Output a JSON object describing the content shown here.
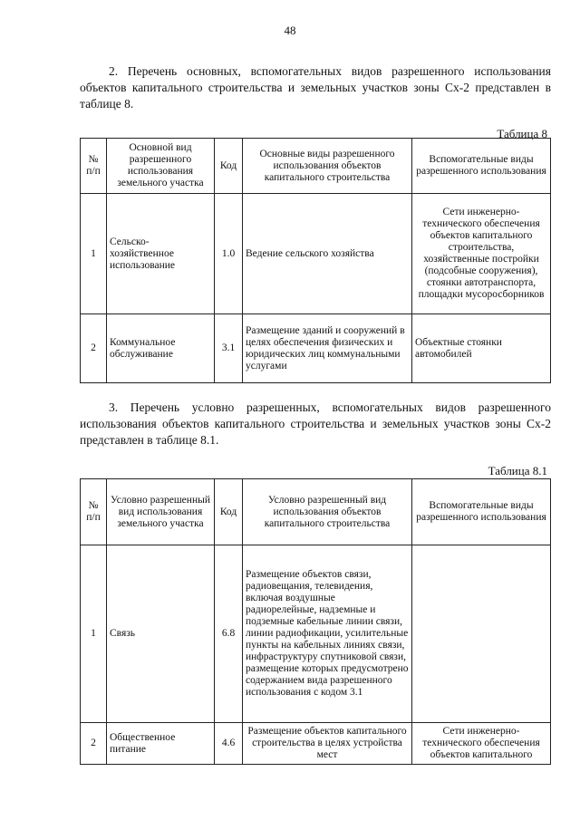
{
  "page_number": "48",
  "para2": "2. Перечень основных, вспомогательных видов разрешенного использования объектов капитального строительства и земельных участков зоны Сх-2 представлен в таблице 8.",
  "table8": {
    "caption": "Таблица 8",
    "headers": [
      "№ п/п",
      "Основной вид разрешенного использования земельного участка",
      "Код",
      "Основные виды разрешенного использования объектов капитального строительства",
      "Вспомогательные виды разрешенного использования"
    ],
    "rows": [
      [
        "1",
        "Сельско-хозяйственное использование",
        "1.0",
        "Ведение сельского хозяйства",
        "Сети инженерно-технического обеспечения объектов капитального строительства, хозяйственные постройки (подсобные сооружения), стоянки автотранспорта, площадки мусоросборников"
      ],
      [
        "2",
        "Коммунальное обслуживание",
        "3.1",
        "Размещение зданий и сооружений в целях обеспечения физических и юридических лиц коммунальными услугами",
        "Объектные стоянки автомобилей"
      ]
    ]
  },
  "para3": "3. Перечень условно разрешенных, вспомогательных видов разрешенного использования объектов капитального строительства и земельных участков зоны Сх-2 представлен в таблице 8.1.",
  "table81": {
    "caption": "Таблица 8.1",
    "headers": [
      "№ п/п",
      "Условно разрешенный вид использования земельного участка",
      "Код",
      "Условно разрешенный вид использования объектов капитального строительства",
      "Вспомогательные виды разрешенного использования"
    ],
    "rows": [
      [
        "1",
        "Связь",
        "6.8",
        "Размещение объектов связи, радиовещания, телевидения, включая воздушные радиорелейные, надземные и подземные кабельные линии связи, линии радиофикации, усилительные пункты на кабельных линиях связи, инфраструктуру спутниковой связи, размещение которых предусмотрено содержанием вида разрешенного использования с кодом 3.1",
        ""
      ],
      [
        "2",
        "Общественное питание",
        "4.6",
        "Размещение объектов капитального строительства в целях устройства мест",
        "Сети инженерно-технического обеспечения объектов капитального"
      ]
    ]
  }
}
